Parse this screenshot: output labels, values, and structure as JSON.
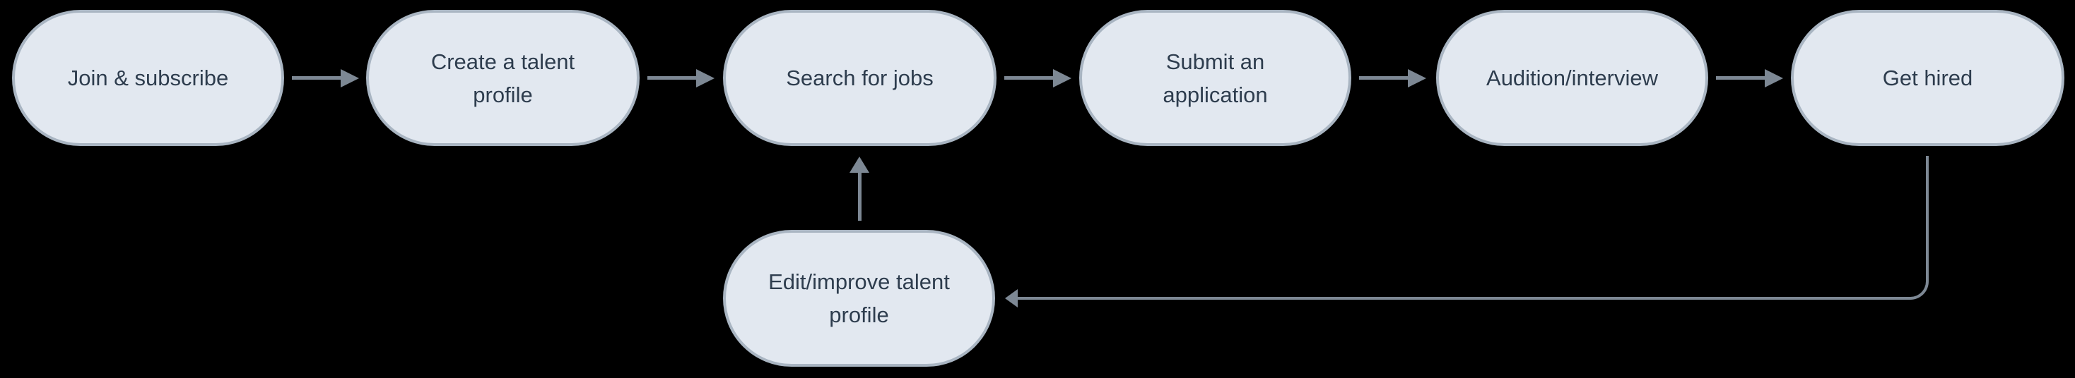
{
  "diagram": {
    "type": "flowchart",
    "direction": "left-to-right with feedback loop",
    "colors": {
      "background": "#000000",
      "node_fill": "#e2e8f0",
      "node_border": "#a9b5c2",
      "text_color": "#2e3d4e",
      "arrow_color": "#7d8894"
    },
    "nodes": [
      {
        "id": "join",
        "label": "Join & subscribe"
      },
      {
        "id": "create",
        "label": "Create a talent\nprofile"
      },
      {
        "id": "search",
        "label": "Search for jobs"
      },
      {
        "id": "submit",
        "label": "Submit an\napplication"
      },
      {
        "id": "audition",
        "label": "Audition/interview"
      },
      {
        "id": "hired",
        "label": "Get hired"
      },
      {
        "id": "edit",
        "label": "Edit/improve talent\nprofile"
      }
    ],
    "edges": [
      {
        "from": "join",
        "to": "create"
      },
      {
        "from": "create",
        "to": "search"
      },
      {
        "from": "search",
        "to": "submit"
      },
      {
        "from": "submit",
        "to": "audition"
      },
      {
        "from": "audition",
        "to": "hired"
      },
      {
        "from": "hired",
        "to": "edit"
      },
      {
        "from": "edit",
        "to": "search"
      }
    ]
  }
}
